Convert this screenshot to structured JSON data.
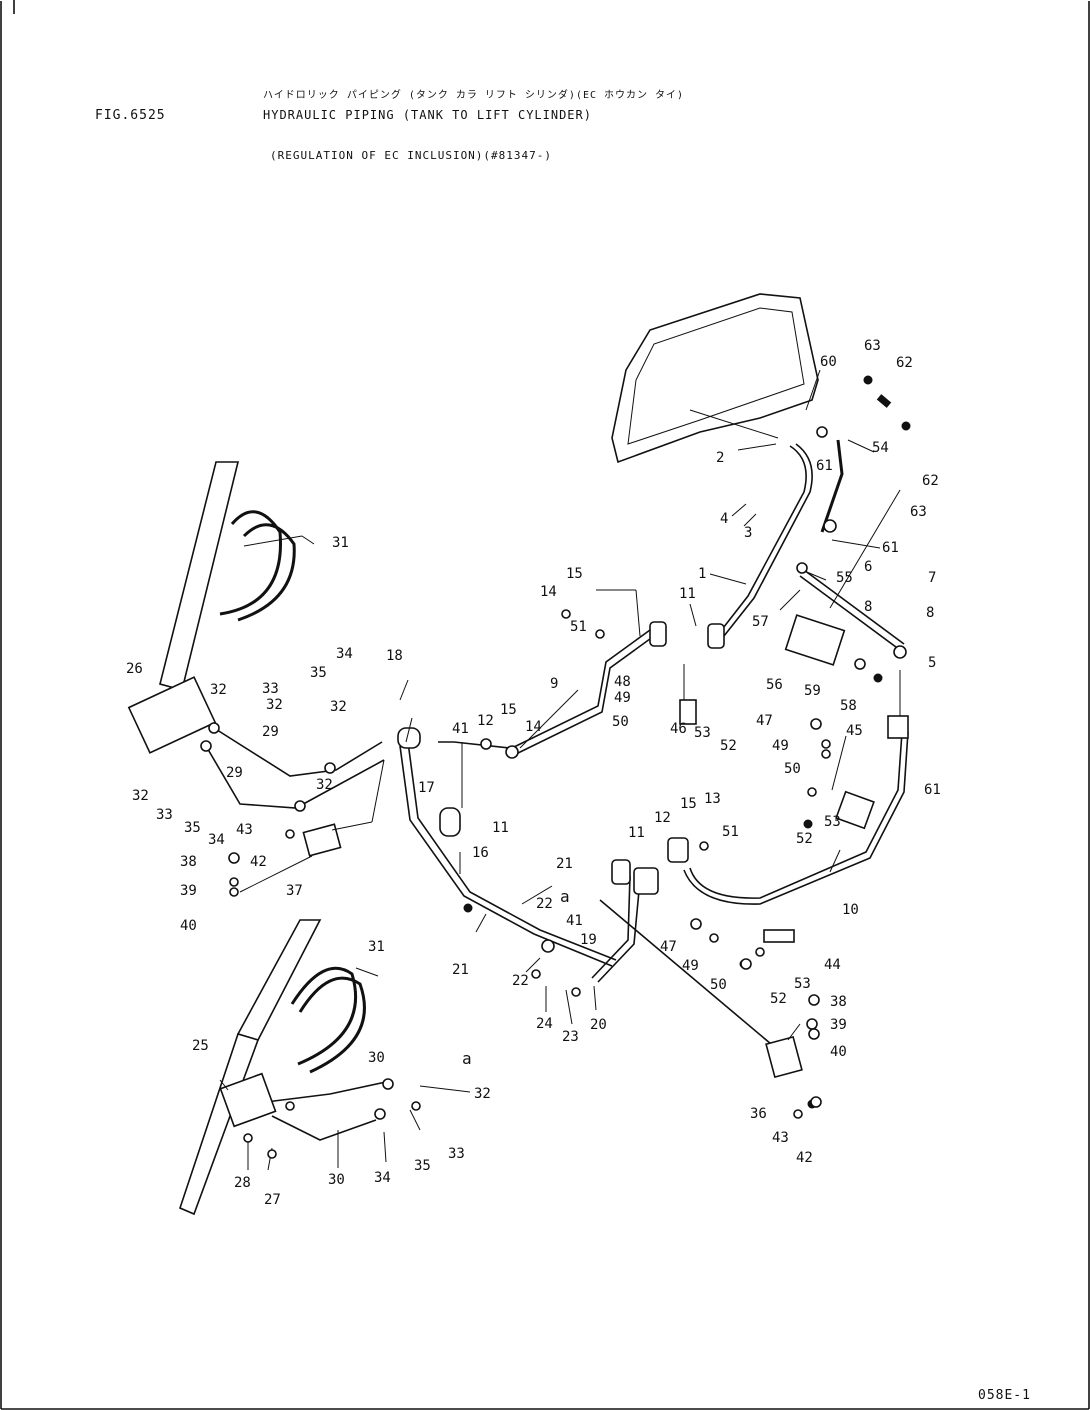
{
  "header": {
    "figure_number": "FIG.6525",
    "title_japanese": "ハイドロリック パイピング (タンク カラ リフト シリンダ)(EC ホウカン タイ)",
    "title": "HYDRAULIC PIPING (TANK TO LIFT CYLINDER)",
    "subtitle": "(REGULATION OF EC INCLUSION)(#81347-)"
  },
  "footer": {
    "page_code": "058E-1"
  },
  "callouts": [
    {
      "id": "c1",
      "text": "1"
    },
    {
      "id": "c2",
      "text": "2"
    },
    {
      "id": "c3",
      "text": "3"
    },
    {
      "id": "c4",
      "text": "4"
    },
    {
      "id": "c5",
      "text": "5"
    },
    {
      "id": "c6",
      "text": "6"
    },
    {
      "id": "c7",
      "text": "7"
    },
    {
      "id": "c8a",
      "text": "8"
    },
    {
      "id": "c8b",
      "text": "8"
    },
    {
      "id": "c9",
      "text": "9"
    },
    {
      "id": "c10",
      "text": "10"
    },
    {
      "id": "c11a",
      "text": "11"
    },
    {
      "id": "c11b",
      "text": "11"
    },
    {
      "id": "c11c",
      "text": "11"
    },
    {
      "id": "c12a",
      "text": "12"
    },
    {
      "id": "c12b",
      "text": "12"
    },
    {
      "id": "c13",
      "text": "13"
    },
    {
      "id": "c14a",
      "text": "14"
    },
    {
      "id": "c14b",
      "text": "14"
    },
    {
      "id": "c15a",
      "text": "15"
    },
    {
      "id": "c15b",
      "text": "15"
    },
    {
      "id": "c15c",
      "text": "15"
    },
    {
      "id": "c16",
      "text": "16"
    },
    {
      "id": "c17",
      "text": "17"
    },
    {
      "id": "c18",
      "text": "18"
    },
    {
      "id": "c19",
      "text": "19"
    },
    {
      "id": "c20",
      "text": "20"
    },
    {
      "id": "c21a",
      "text": "21"
    },
    {
      "id": "c21b",
      "text": "21"
    },
    {
      "id": "c22a",
      "text": "22"
    },
    {
      "id": "c22b",
      "text": "22"
    },
    {
      "id": "c23",
      "text": "23"
    },
    {
      "id": "c24",
      "text": "24"
    },
    {
      "id": "c25",
      "text": "25"
    },
    {
      "id": "c26",
      "text": "26"
    },
    {
      "id": "c27",
      "text": "27"
    },
    {
      "id": "c28",
      "text": "28"
    },
    {
      "id": "c29a",
      "text": "29"
    },
    {
      "id": "c29b",
      "text": "29"
    },
    {
      "id": "c30a",
      "text": "30"
    },
    {
      "id": "c30b",
      "text": "30"
    },
    {
      "id": "c31a",
      "text": "31"
    },
    {
      "id": "c31b",
      "text": "31"
    },
    {
      "id": "c32a",
      "text": "32"
    },
    {
      "id": "c32b",
      "text": "32"
    },
    {
      "id": "c32c",
      "text": "32"
    },
    {
      "id": "c32d",
      "text": "32"
    },
    {
      "id": "c32e",
      "text": "32"
    },
    {
      "id": "c32f",
      "text": "32"
    },
    {
      "id": "c33a",
      "text": "33"
    },
    {
      "id": "c33b",
      "text": "33"
    },
    {
      "id": "c33c",
      "text": "33"
    },
    {
      "id": "c34a",
      "text": "34"
    },
    {
      "id": "c34b",
      "text": "34"
    },
    {
      "id": "c34c",
      "text": "34"
    },
    {
      "id": "c35a",
      "text": "35"
    },
    {
      "id": "c35b",
      "text": "35"
    },
    {
      "id": "c35c",
      "text": "35"
    },
    {
      "id": "c36",
      "text": "36"
    },
    {
      "id": "c37",
      "text": "37"
    },
    {
      "id": "c38a",
      "text": "38"
    },
    {
      "id": "c38b",
      "text": "38"
    },
    {
      "id": "c39a",
      "text": "39"
    },
    {
      "id": "c39b",
      "text": "39"
    },
    {
      "id": "c40a",
      "text": "40"
    },
    {
      "id": "c40b",
      "text": "40"
    },
    {
      "id": "c41a",
      "text": "41"
    },
    {
      "id": "c41b",
      "text": "41"
    },
    {
      "id": "c42a",
      "text": "42"
    },
    {
      "id": "c42b",
      "text": "42"
    },
    {
      "id": "c43a",
      "text": "43"
    },
    {
      "id": "c43b",
      "text": "43"
    },
    {
      "id": "c44",
      "text": "44"
    },
    {
      "id": "c45",
      "text": "45"
    },
    {
      "id": "c46",
      "text": "46"
    },
    {
      "id": "c47a",
      "text": "47"
    },
    {
      "id": "c47b",
      "text": "47"
    },
    {
      "id": "c48",
      "text": "48"
    },
    {
      "id": "c49a",
      "text": "49"
    },
    {
      "id": "c49b",
      "text": "49"
    },
    {
      "id": "c49c",
      "text": "49"
    },
    {
      "id": "c50a",
      "text": "50"
    },
    {
      "id": "c50b",
      "text": "50"
    },
    {
      "id": "c50c",
      "text": "50"
    },
    {
      "id": "c51a",
      "text": "51"
    },
    {
      "id": "c51b",
      "text": "51"
    },
    {
      "id": "c52a",
      "text": "52"
    },
    {
      "id": "c52b",
      "text": "52"
    },
    {
      "id": "c52c",
      "text": "52"
    },
    {
      "id": "c53a",
      "text": "53"
    },
    {
      "id": "c53b",
      "text": "53"
    },
    {
      "id": "c53c",
      "text": "53"
    },
    {
      "id": "c54",
      "text": "54"
    },
    {
      "id": "c55",
      "text": "55"
    },
    {
      "id": "c56",
      "text": "56"
    },
    {
      "id": "c57",
      "text": "57"
    },
    {
      "id": "c58",
      "text": "58"
    },
    {
      "id": "c59",
      "text": "59"
    },
    {
      "id": "c60",
      "text": "60"
    },
    {
      "id": "c61a",
      "text": "61"
    },
    {
      "id": "c61b",
      "text": "61"
    },
    {
      "id": "c61c",
      "text": "61"
    },
    {
      "id": "c62a",
      "text": "62"
    },
    {
      "id": "c62b",
      "text": "62"
    },
    {
      "id": "c63a",
      "text": "63"
    },
    {
      "id": "c63b",
      "text": "63"
    },
    {
      "id": "ca1",
      "text": "a"
    },
    {
      "id": "ca2",
      "text": "a"
    }
  ]
}
